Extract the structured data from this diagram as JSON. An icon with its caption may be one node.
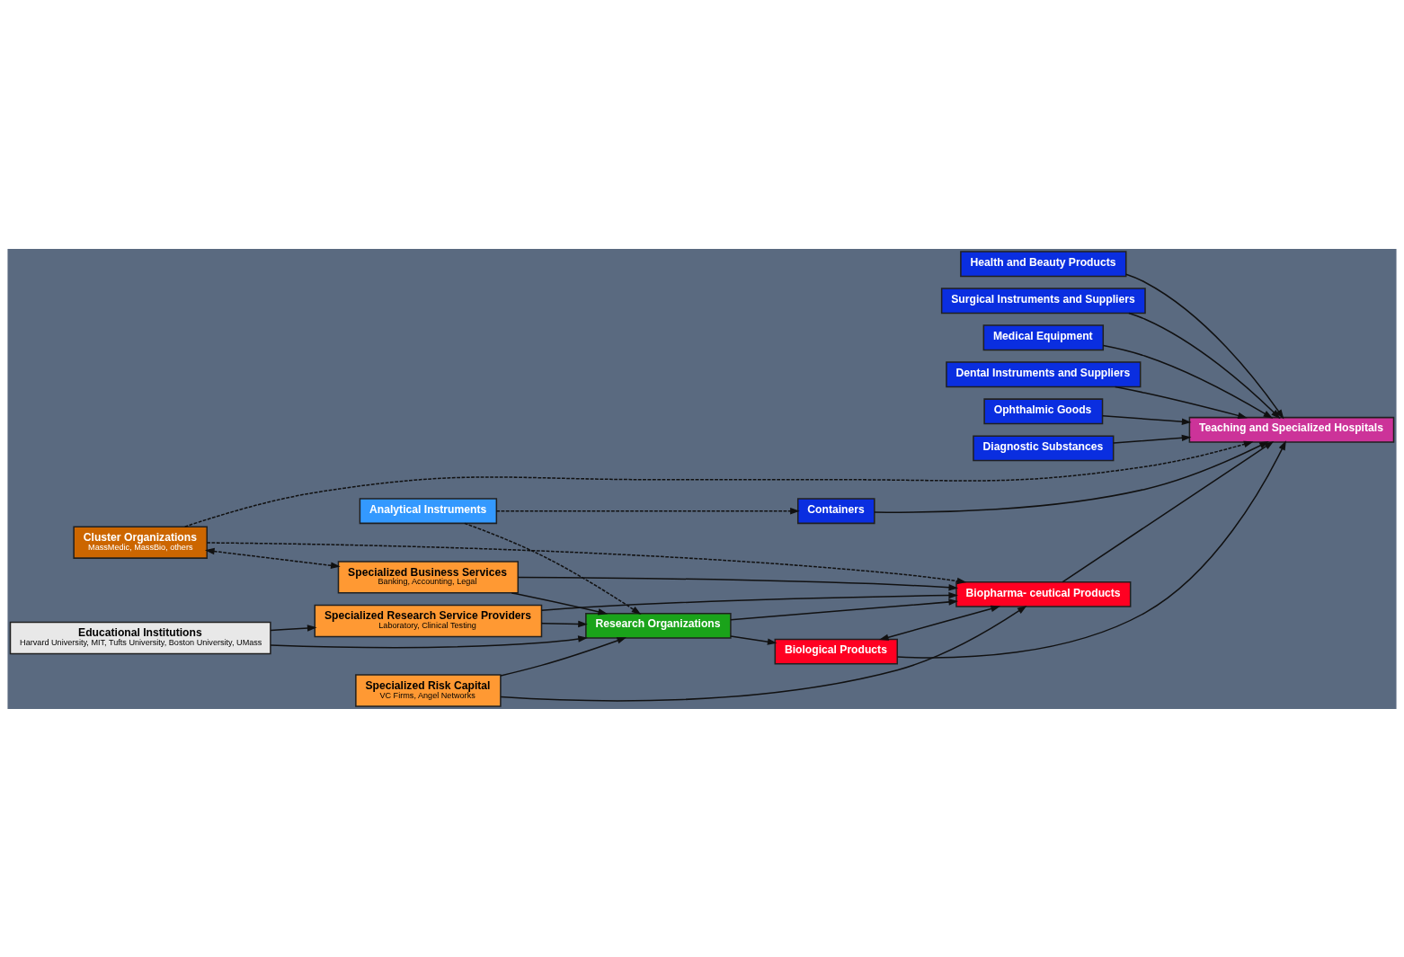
{
  "diagram": {
    "nodes": [
      {
        "text": [
          "Health and Beauty Products"
        ]
      },
      {
        "text": [
          "Surgical Instruments and Suppliers"
        ]
      },
      {
        "text": [
          "Medical Equipment"
        ]
      },
      {
        "text": [
          "Dental Instruments and Suppliers"
        ]
      },
      {
        "text": [
          "Ophthalmic Goods"
        ]
      },
      {
        "text": [
          "Diagnostic Substances"
        ]
      },
      {
        "text": [
          "Containers"
        ]
      },
      {
        "text": [
          "Teaching and Specialized Hospitals"
        ]
      },
      {
        "text": [
          "Cluster Organizations",
          "MassMedic, MassBio, others"
        ]
      },
      {
        "text": [
          "Biological Products"
        ]
      },
      {
        "text": [
          "Biopharma- ceutical Products"
        ]
      },
      {
        "text": [
          "Specialized Business Services",
          "Banking, Accounting, Legal"
        ]
      },
      {
        "text": [
          "Specialized Risk Capital",
          "VC Firms, Angel Networks"
        ]
      },
      {
        "text": [
          "Research Organizations"
        ]
      },
      {
        "text": [
          "Specialized Research Service Providers",
          "Laboratory, Clinical Testing"
        ]
      },
      {
        "text": [
          "Analytical Instruments"
        ]
      },
      {
        "text": [
          "Educational Institutions",
          "Harvard University, MIT, Tufts University, Boston University, UMass"
        ]
      }
    ],
    "edges": [
      {
        "from": 0,
        "to": 7,
        "arrow": "to"
      },
      {
        "from": 1,
        "to": 7,
        "arrow": "to"
      },
      {
        "from": 2,
        "to": 7,
        "arrow": "to"
      },
      {
        "from": 3,
        "to": 7,
        "arrow": "to"
      },
      {
        "from": 4,
        "to": 7,
        "arrow": "to"
      },
      {
        "from": 5,
        "to": 7,
        "arrow": "to"
      },
      {
        "from": 6,
        "to": 7,
        "arrow": "to"
      },
      {
        "from": 8,
        "to": 7,
        "arrow": "to",
        "style": "dashed"
      },
      {
        "from": 8,
        "to": 10,
        "arrow": "to",
        "style": "dashed"
      },
      {
        "from": 8,
        "to": 11,
        "arrow": "both",
        "style": "dashed"
      },
      {
        "from": 9,
        "to": 7,
        "arrow": "to"
      },
      {
        "from": 10,
        "to": 7,
        "arrow": "to"
      },
      {
        "from": 9,
        "to": 10,
        "arrow": "both"
      },
      {
        "from": 13,
        "to": 9,
        "arrow": "to"
      },
      {
        "from": 13,
        "to": 10,
        "arrow": "to"
      },
      {
        "from": 11,
        "to": 10,
        "arrow": "to"
      },
      {
        "from": 12,
        "to": 10,
        "arrow": "to"
      },
      {
        "from": 14,
        "to": 10,
        "arrow": "to"
      },
      {
        "from": 11,
        "to": 13,
        "arrow": "to"
      },
      {
        "from": 12,
        "to": 13,
        "arrow": "to"
      },
      {
        "from": 14,
        "to": 13,
        "arrow": "to"
      },
      {
        "from": 16,
        "to": 13,
        "arrow": "to"
      },
      {
        "from": 16,
        "to": 14,
        "arrow": "to"
      },
      {
        "from": 15,
        "to": 6,
        "arrow": "to",
        "style": "dashed"
      },
      {
        "from": 15,
        "to": 13,
        "arrow": "to",
        "style": "dashed"
      }
    ]
  }
}
